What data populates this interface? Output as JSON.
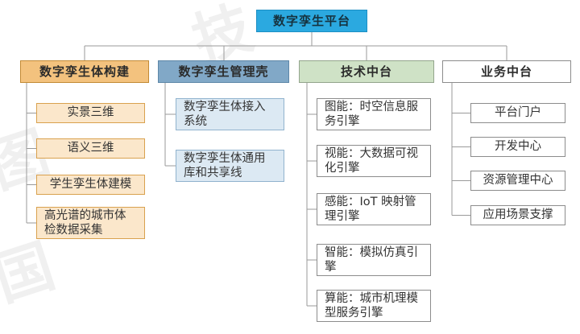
{
  "root": {
    "label": "数字孪生平台"
  },
  "branches": [
    {
      "label": "数字孪生体构建",
      "children": [
        {
          "label": "实景三维"
        },
        {
          "label": "语义三维"
        },
        {
          "label": "学生孪生体建模"
        },
        {
          "label": "高光谱的城市体检数据采集"
        }
      ]
    },
    {
      "label": "数字孪生管理壳",
      "children": [
        {
          "label": "数字孪生体接入系统"
        },
        {
          "label": "数字孪生体通用库和共享线"
        }
      ]
    },
    {
      "label": "技术中台",
      "children": [
        {
          "label": "图能：时空信息服务引擎"
        },
        {
          "label": "视能：大数据可视化引擎"
        },
        {
          "label": "感能：IoT 映射管理引擎"
        },
        {
          "label": "智能：模拟仿真引擎"
        },
        {
          "label": "算能：城市机理模型服务引擎"
        }
      ]
    },
    {
      "label": "业务中台",
      "children": [
        {
          "label": "平台门户"
        },
        {
          "label": "开发中心"
        },
        {
          "label": "资源管理中心"
        },
        {
          "label": "应用场景支撑"
        }
      ]
    }
  ],
  "colors": {
    "root_fill": "#2BA9E0",
    "branch1_header_fill": "#F3C27E",
    "branch1_child_fill": "#FBE7CB",
    "branch2_header_fill": "#81A8C7",
    "branch2_child_fill": "#DCE9F3",
    "branch3_header_fill": "#CFE2C6",
    "branch4_header_fill": "#FFFFFF",
    "connector": "#9A9A9A"
  },
  "watermark": {
    "chars": [
      "技",
      "图",
      "国"
    ]
  }
}
